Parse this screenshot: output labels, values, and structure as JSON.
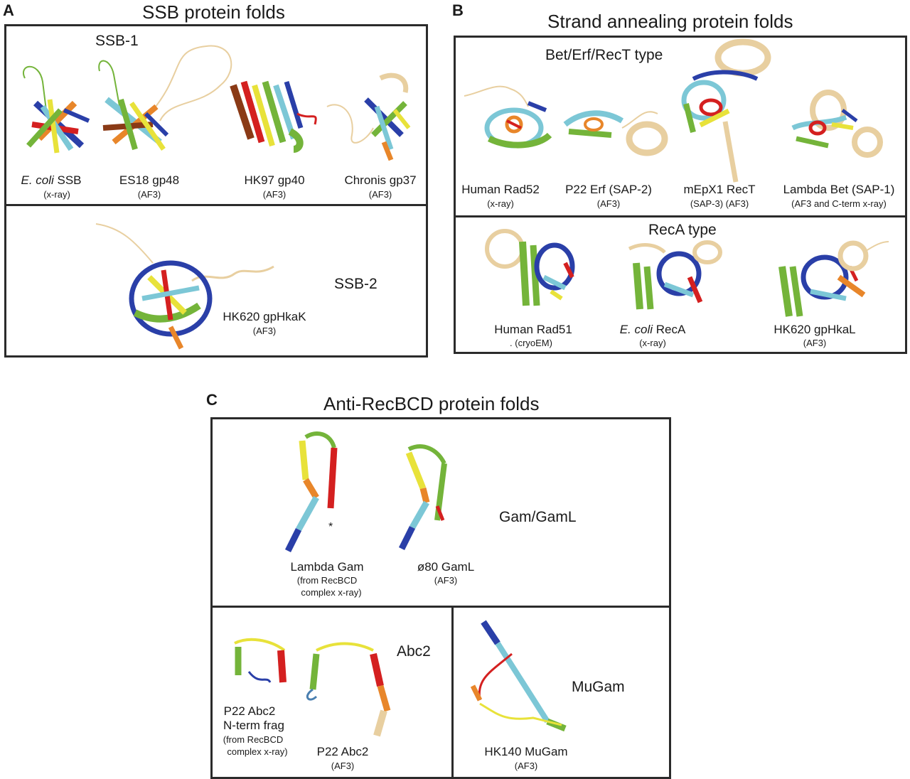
{
  "panel_a": {
    "letter": "A",
    "title": "SSB protein folds",
    "group1": "SSB-1",
    "group2": "SSB-2",
    "structures": [
      {
        "name_italic": "E. coli",
        "name": " SSB",
        "method": "(x-ray)"
      },
      {
        "name": "ES18 gp48",
        "method": "(AF3)"
      },
      {
        "name": "HK97 gp40",
        "method": "(AF3)"
      },
      {
        "name": "Chronis gp37",
        "method": "(AF3)"
      },
      {
        "name": "HK620 gpHkaK",
        "method": "(AF3)"
      }
    ]
  },
  "panel_b": {
    "letter": "B",
    "title": "Strand annealing protein folds",
    "group1": "Bet/Erf/RecT type",
    "group2": "RecA type",
    "structures": [
      {
        "name": "Human Rad52",
        "method": "(x-ray)"
      },
      {
        "name": "P22 Erf (SAP-2)",
        "method": "(AF3)"
      },
      {
        "name": "mEpX1 RecT",
        "method": "(SAP-3) (AF3)"
      },
      {
        "name": "Lambda Bet (SAP-1)",
        "method": "(AF3 and C-term x-ray)"
      },
      {
        "name": "Human Rad51",
        "method": ". (cryoEM)"
      },
      {
        "name_italic": "E. coli",
        "name": " RecA",
        "method": "(x-ray)"
      },
      {
        "name": "HK620 gpHkaL",
        "method": "(AF3)"
      }
    ]
  },
  "panel_c": {
    "letter": "C",
    "title": "Anti-RecBCD protein folds",
    "group1": "Gam/GamL",
    "group2": "Abc2",
    "group3": "MuGam",
    "asterisk": "*",
    "structures": [
      {
        "name": "Lambda Gam",
        "method_lines": [
          "(from RecBCD",
          "complex x-ray)"
        ]
      },
      {
        "name": "ø80 GamL",
        "method": "(AF3)"
      },
      {
        "name_lines": [
          "P22 Abc2",
          "N-term frag"
        ],
        "method_lines": [
          "(from RecBCD",
          "complex x-ray)"
        ]
      },
      {
        "name": "P22 Abc2",
        "method": "(AF3)"
      },
      {
        "name": "HK140 MuGam",
        "method": "(AF3)"
      }
    ]
  },
  "colors": {
    "border": "#2b2b2b",
    "blue": "#2a3fa8",
    "cyan": "#7cc7d6",
    "green": "#74b43a",
    "yellow": "#e8e23a",
    "orange": "#e8862a",
    "red": "#d42020",
    "tan": "#e8cfa0"
  }
}
